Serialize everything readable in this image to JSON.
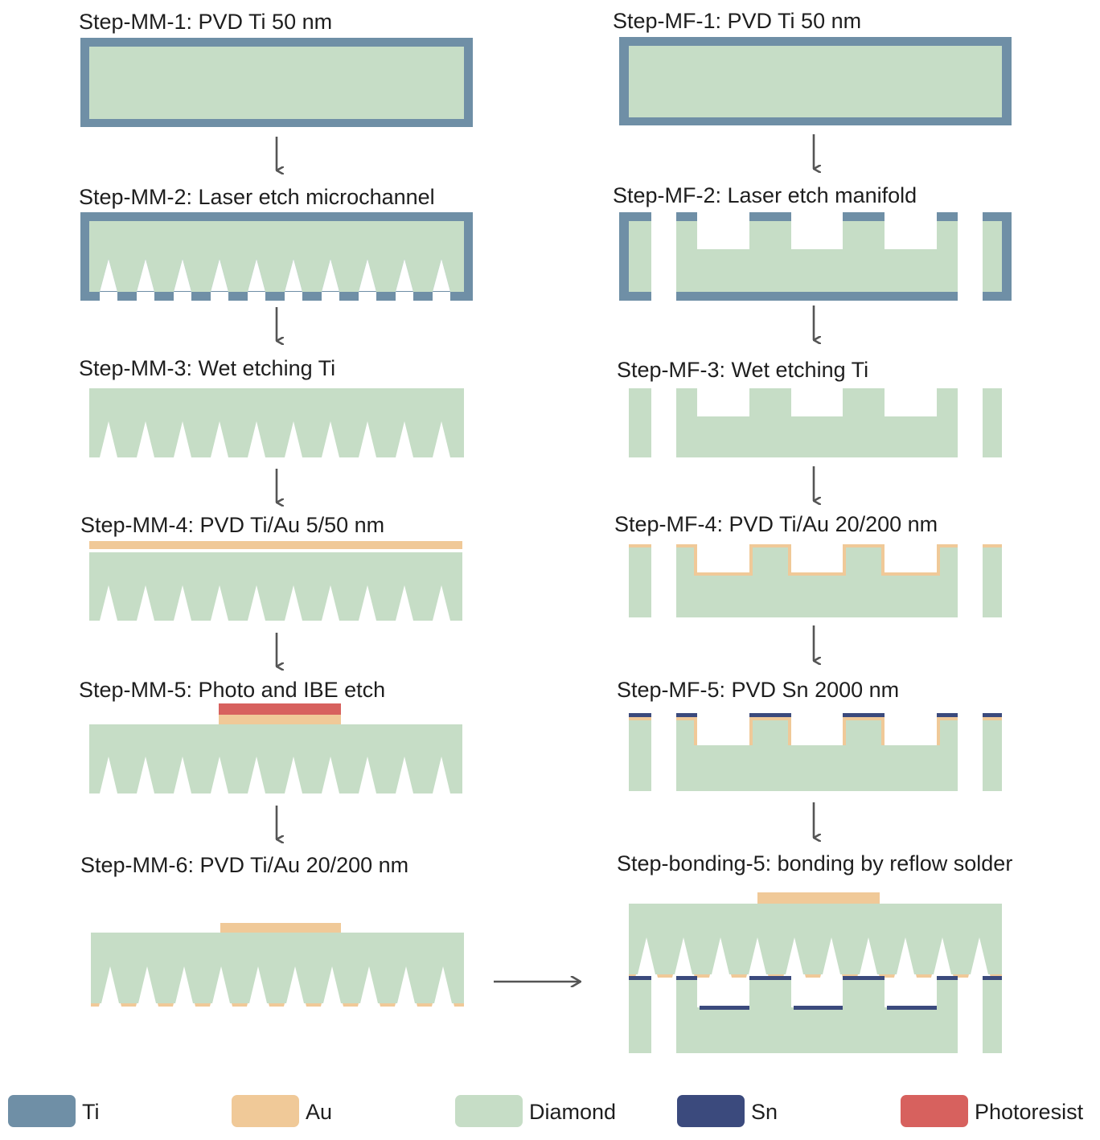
{
  "colors": {
    "ti": "#6f8fa6",
    "au": "#f0c998",
    "diamond": "#c6ddc6",
    "sn": "#3b4a7d",
    "photoresist": "#d7615e",
    "arrow": "#555555"
  },
  "steps": {
    "mm1": "Step-MM-1:  PVD Ti 50 nm",
    "mm2": "Step-MM-2:  Laser etch microchannel",
    "mm3": "Step-MM-3:  Wet etching Ti",
    "mm4": "Step-MM-4:  PVD Ti/Au 5/50 nm",
    "mm5": "Step-MM-5:  Photo  and IBE etch",
    "mm6": "Step-MM-6:  PVD Ti/Au 20/200 nm",
    "mf1": "Step-MF-1:  PVD Ti 50 nm",
    "mf2": "Step-MF-2:  Laser etch manifold",
    "mf3": "Step-MF-3:  Wet etching Ti",
    "mf4": "Step-MF-4:  PVD Ti/Au 20/200 nm",
    "mf5": "Step-MF-5:  PVD Sn 2000 nm",
    "bond": "Step-bonding-5:  bonding  by reflow solder"
  },
  "legend": {
    "ti": "Ti",
    "au": "Au",
    "diamond": "Diamond",
    "sn": "Sn",
    "photoresist": "Photoresist"
  }
}
